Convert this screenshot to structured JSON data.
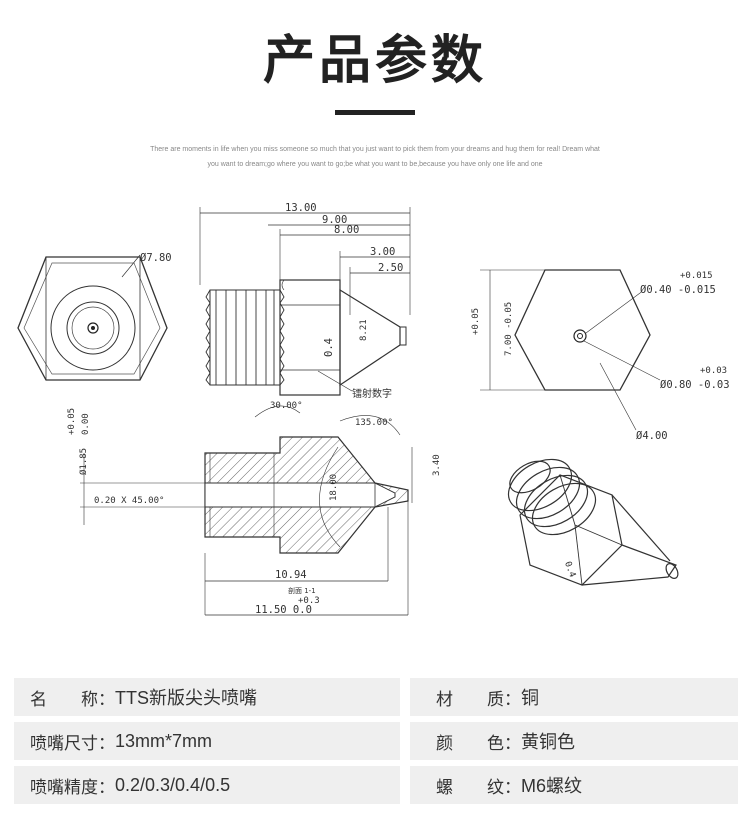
{
  "header": {
    "title": "产品参数",
    "tagline_line1": "There are moments in life when you miss someone so much that you just want to pick them from your dreams and hug them for real! Dream what",
    "tagline_line2": "you want to dream;go where you want to go;be what you want to be,because you have only one life and one"
  },
  "drawing": {
    "side_view": {
      "dim_overall": "13.00",
      "dim_900": "9.00",
      "dim_800": "8.00",
      "dim_300": "3.00",
      "dim_250": "2.50",
      "dim_hex": "8.21",
      "size_marking": "0.4",
      "laser_text": "镭射数字"
    },
    "front_view": {
      "dia": "Ø7.80"
    },
    "tip_view": {
      "tol_015": "+0.015",
      "dia_040": "Ø0.40 -0.015",
      "tol_003": "+0.03",
      "dia_080": "Ø0.80 -0.03",
      "dia_400": "Ø4.00",
      "v_tol_top": "+0.05",
      "v_dim": "7.00 -0.05"
    },
    "section_view": {
      "angle_30": "30.00°",
      "angle_135": "135.00°",
      "tol_005": "+0.05",
      "tol_000": "0.00",
      "bore": "Ø1.85",
      "chamfer": "0.20 X 45.00°",
      "dim_340": "3.40",
      "dim_1800": "18.00",
      "dim_1094": "10.94",
      "section_label": "剖面 1-1",
      "tol_03": "+0.3",
      "dim_1150": "11.50   0.0"
    }
  },
  "specs": {
    "name_label": "名　　称：",
    "name_value": "TTS新版尖头喷嘴",
    "size_label": "喷嘴尺寸：",
    "size_value": "13mm*7mm",
    "precision_label": "喷嘴精度：",
    "precision_value": "0.2/0.3/0.4/0.5",
    "material_label": "材　　质：",
    "material_value": "铜",
    "color_label": "颜　　色：",
    "color_value": "黄铜色",
    "thread_label": "螺　　纹：",
    "thread_value": "M6螺纹"
  }
}
